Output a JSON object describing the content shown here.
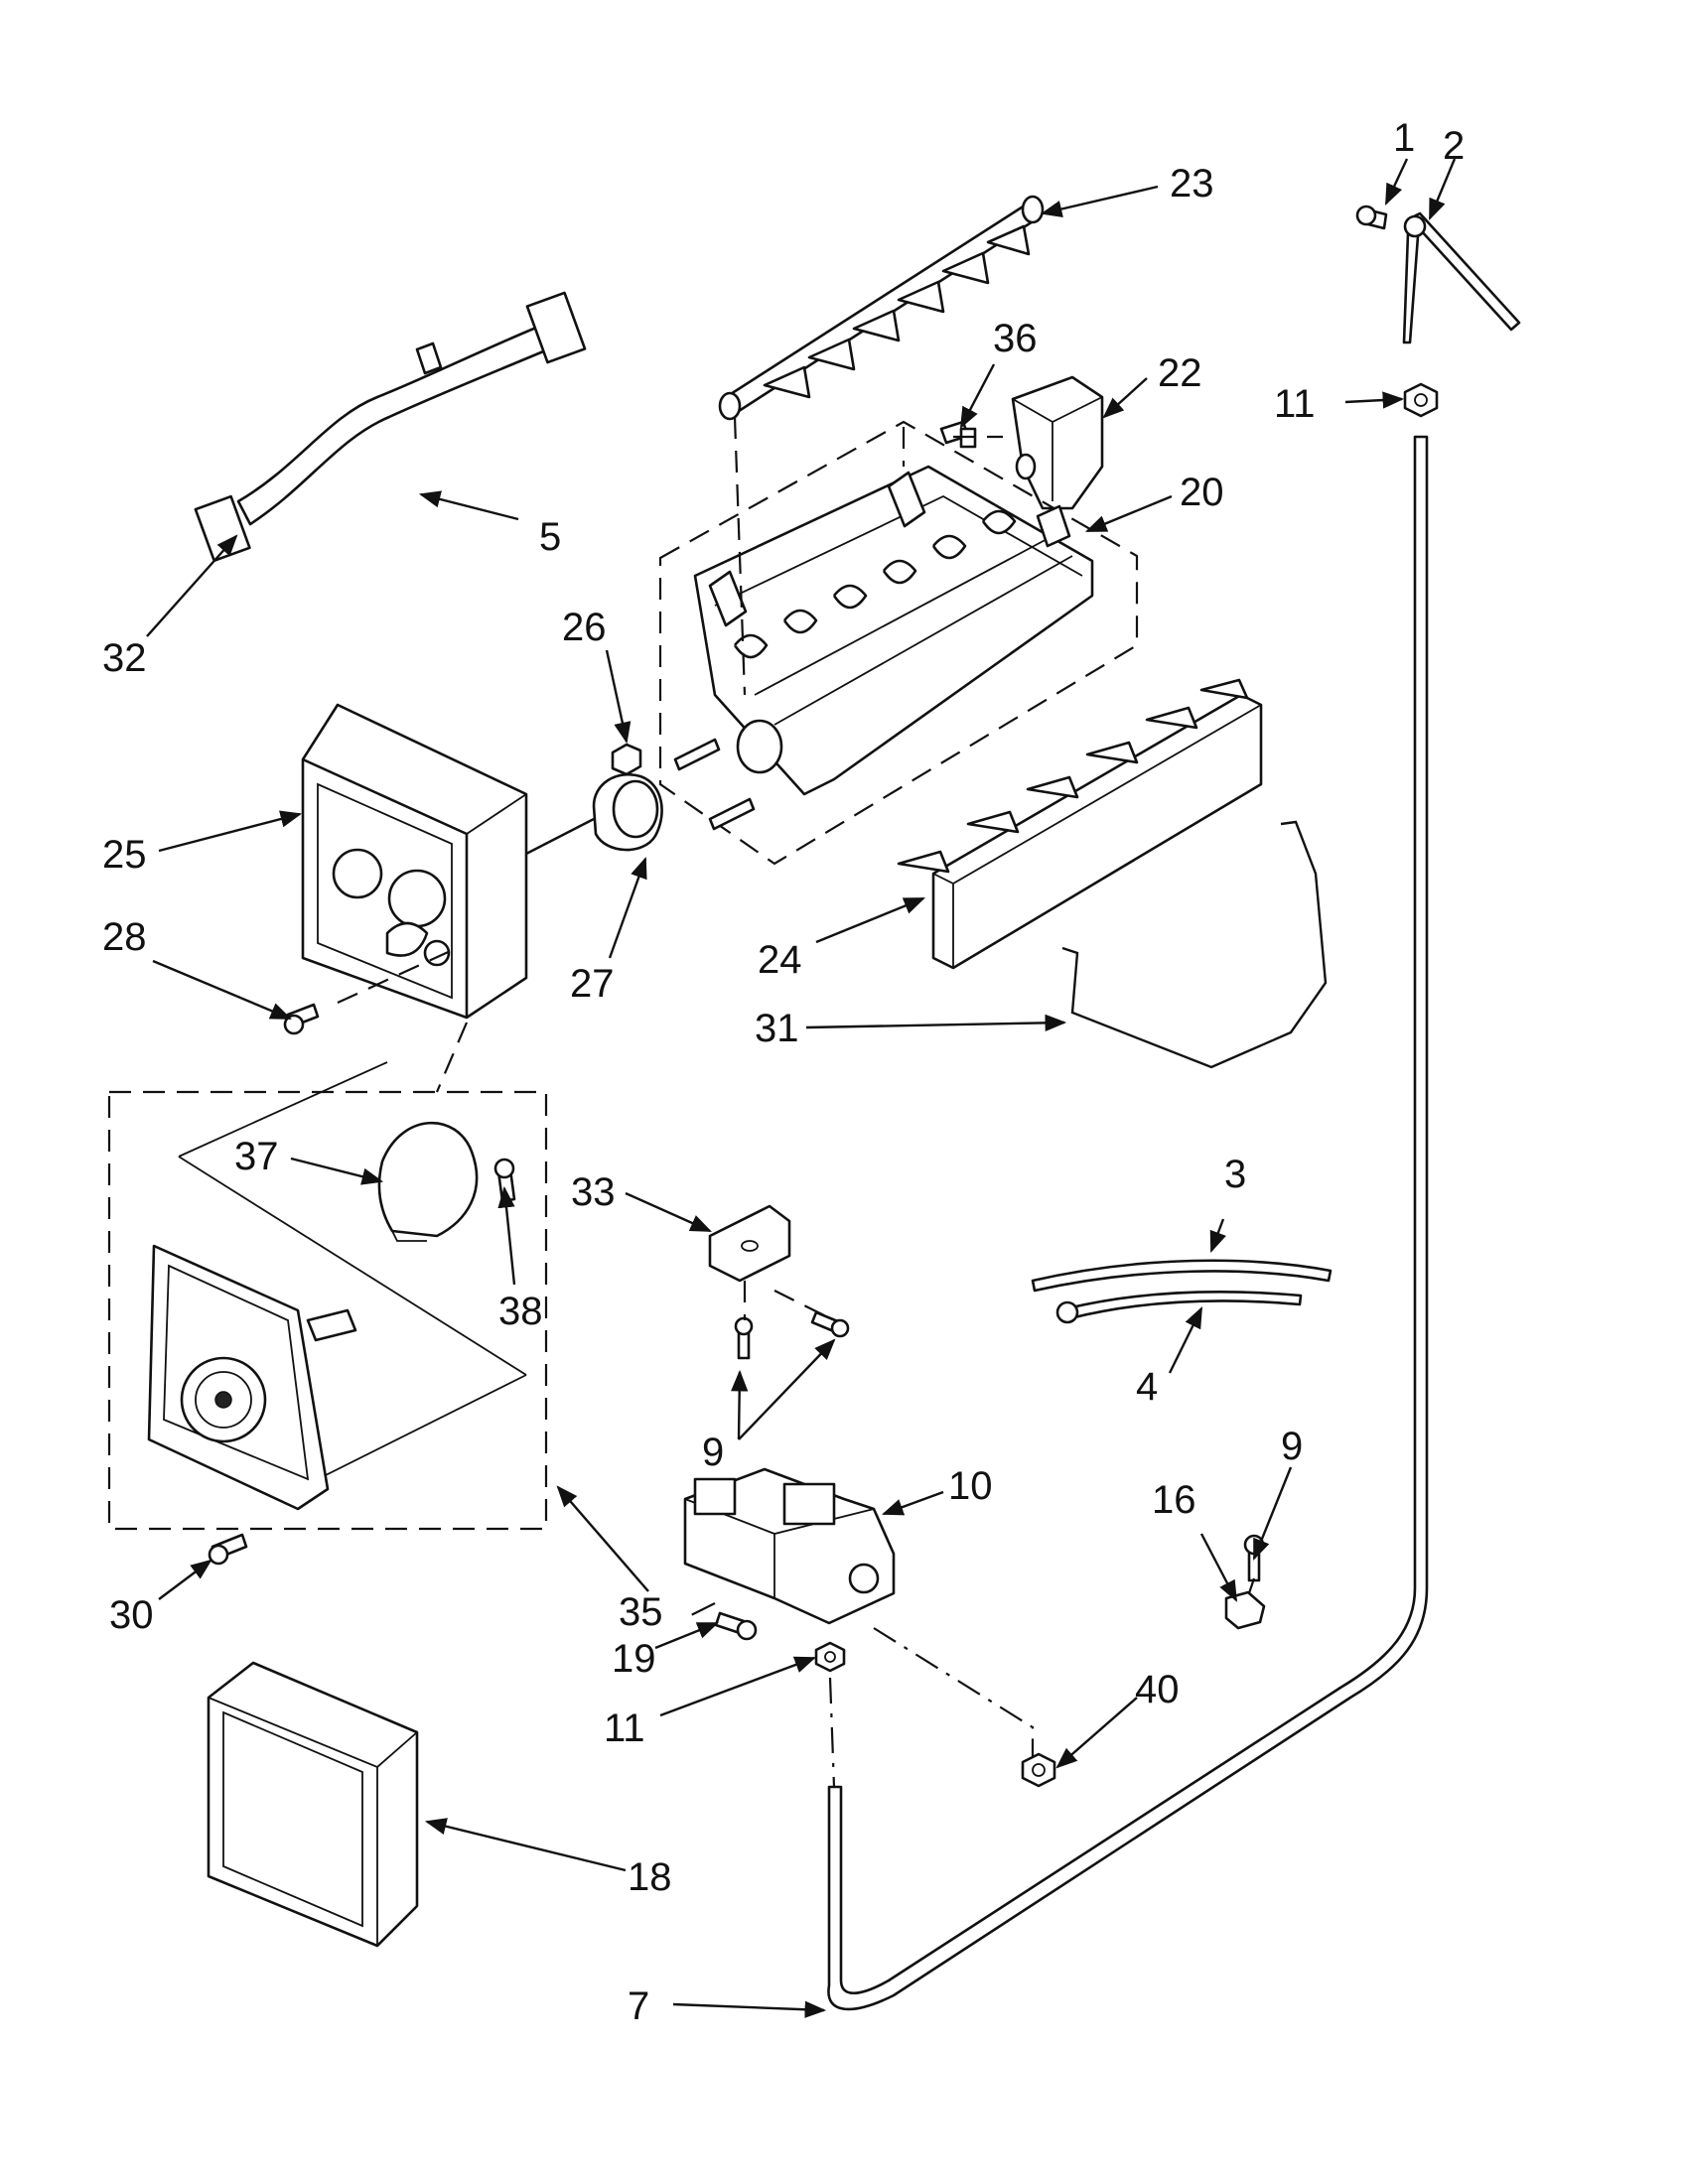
{
  "callouts": [
    {
      "id": "c1",
      "label": "1"
    },
    {
      "id": "c2",
      "label": "2"
    },
    {
      "id": "c3",
      "label": "3"
    },
    {
      "id": "c4",
      "label": "4"
    },
    {
      "id": "c5",
      "label": "5"
    },
    {
      "id": "c7",
      "label": "7"
    },
    {
      "id": "c9a",
      "label": "9"
    },
    {
      "id": "c9b",
      "label": "9"
    },
    {
      "id": "c10",
      "label": "10"
    },
    {
      "id": "c11a",
      "label": "11"
    },
    {
      "id": "c11b",
      "label": "11"
    },
    {
      "id": "c16",
      "label": "16"
    },
    {
      "id": "c18",
      "label": "18"
    },
    {
      "id": "c19",
      "label": "19"
    },
    {
      "id": "c20",
      "label": "20"
    },
    {
      "id": "c22",
      "label": "22"
    },
    {
      "id": "c23",
      "label": "23"
    },
    {
      "id": "c24",
      "label": "24"
    },
    {
      "id": "c25",
      "label": "25"
    },
    {
      "id": "c26",
      "label": "26"
    },
    {
      "id": "c27",
      "label": "27"
    },
    {
      "id": "c28",
      "label": "28"
    },
    {
      "id": "c30",
      "label": "30"
    },
    {
      "id": "c31",
      "label": "31"
    },
    {
      "id": "c32",
      "label": "32"
    },
    {
      "id": "c33",
      "label": "33"
    },
    {
      "id": "c35",
      "label": "35"
    },
    {
      "id": "c36",
      "label": "36"
    },
    {
      "id": "c37",
      "label": "37"
    },
    {
      "id": "c38",
      "label": "38"
    },
    {
      "id": "c40",
      "label": "40"
    }
  ]
}
